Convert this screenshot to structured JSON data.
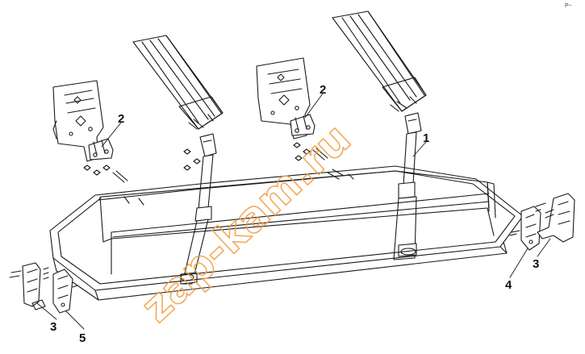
{
  "diagram": {
    "callouts": [
      {
        "id": "c1",
        "label": "1"
      },
      {
        "id": "c2a",
        "label": "2"
      },
      {
        "id": "c2b",
        "label": "2"
      },
      {
        "id": "c3a",
        "label": "3"
      },
      {
        "id": "c3b",
        "label": "3"
      },
      {
        "id": "c4",
        "label": "4"
      },
      {
        "id": "c5",
        "label": "5"
      }
    ],
    "watermark": "zap-kam.ru",
    "corner_mark": "P~"
  },
  "colors": {
    "line": "#1a1a1a",
    "watermark": "#f2a14a",
    "background": "#ffffff"
  }
}
